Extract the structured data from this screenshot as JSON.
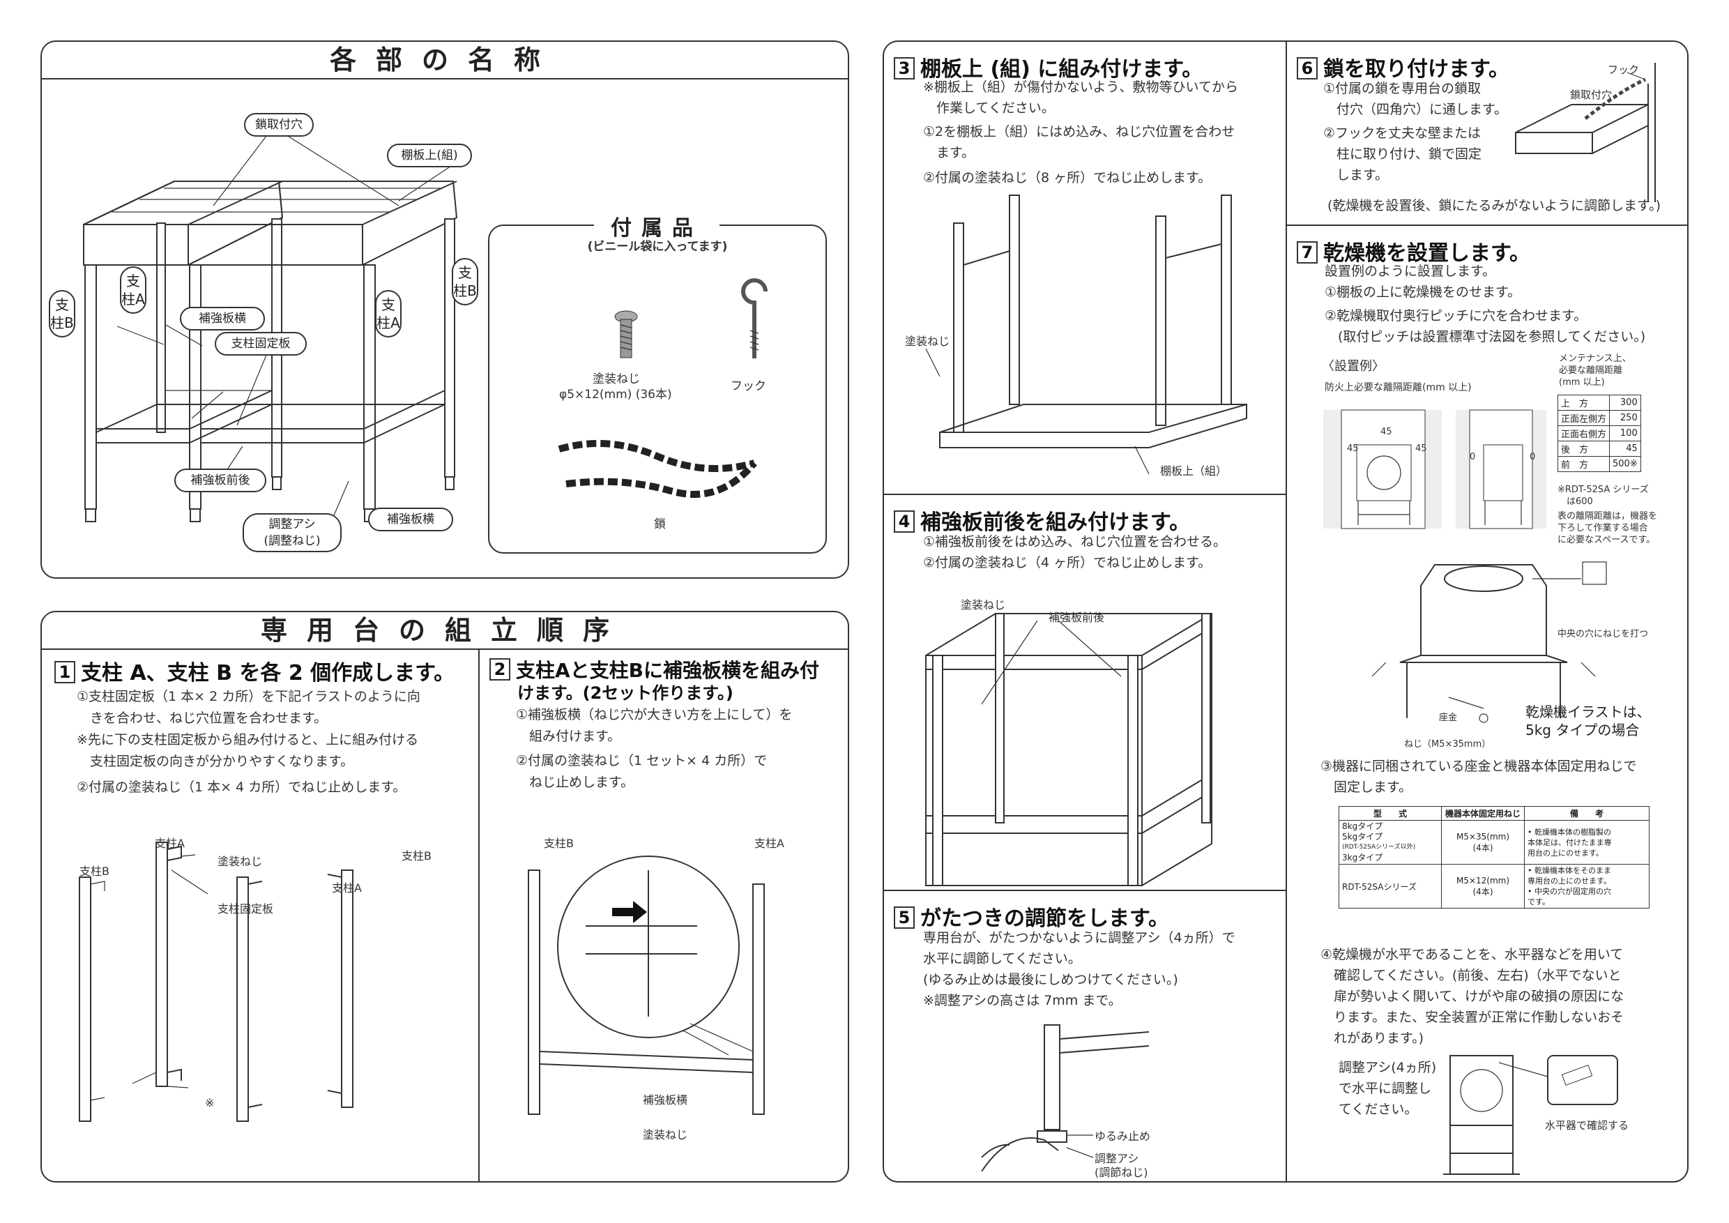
{
  "parts": {
    "title": "各部の名称",
    "labels": {
      "chain_hole": "鎖取付穴",
      "shelf_top": "棚板上(組)",
      "pillar_a": "支柱A",
      "pillar_b": "支柱B",
      "brace_side": "補強板横",
      "pillar_plate": "支柱固定板",
      "brace_front": "補強板前後",
      "foot": "調整アシ",
      "foot_sub": "(調整ねじ)"
    },
    "accessories": {
      "title": "付属品",
      "subtitle": "(ビニール袋に入ってます)",
      "screw": "塗装ねじ",
      "screw_spec": "φ5×12(mm) (36本)",
      "hook": "フック",
      "chain": "鎖"
    }
  },
  "assembly": {
    "title": "専用台の組立順序",
    "step1": {
      "num": "1",
      "heading": "支柱 A、支柱 B を各 2 個作成します。",
      "lines": [
        "①支柱固定板（1 本× 2 カ所）を下記イラストのように向",
        "　きを合わせ、ねじ穴位置を合わせます。",
        "※先に下の支柱固定板から組み付けると、上に組み付ける",
        "　支柱固定板の向きが分かりやすくなります。",
        "②付属の塗装ねじ（1 本× 4 カ所）でねじ止めします。"
      ],
      "fig": {
        "pillar_a": "支柱A",
        "pillar_b": "支柱B",
        "screw": "塗装ねじ",
        "plate": "支柱固定板",
        "mark": "※"
      }
    },
    "step2": {
      "num": "2",
      "heading": "支柱Aと支柱Bに補強板横を組み付",
      "heading2": "けます。(2セット作ります。)",
      "lines": [
        "①補強板横（ねじ穴が大きい方を上にして）を",
        "　組み付けます。",
        "②付属の塗装ねじ（1 セット× 4 カ所）で",
        "　ねじ止めします。"
      ],
      "fig": {
        "pillar_b": "支柱B",
        "pillar_a": "支柱A",
        "brace": "補強板横",
        "screw": "塗装ねじ"
      }
    }
  },
  "step3": {
    "num": "3",
    "heading": "棚板上 (組) に組み付けます。",
    "lines": [
      "※棚板上（組）が傷付かないよう、敷物等ひいてから",
      "　作業してください。",
      "①2を棚板上（組）にはめ込み、ねじ穴位置を合わせ",
      "　ます。",
      "②付属の塗装ねじ（8 ヶ所）でねじ止めします。"
    ],
    "fig": {
      "screw": "塗装ねじ",
      "shelf": "棚板上（組）"
    }
  },
  "step4": {
    "num": "4",
    "heading": "補強板前後を組み付けます。",
    "lines": [
      "①補強板前後をはめ込み、ねじ穴位置を合わせる。",
      "②付属の塗装ねじ（4 ヶ所）でねじ止めします。"
    ],
    "fig": {
      "screw": "塗装ねじ",
      "brace": "補強板前後"
    }
  },
  "step5": {
    "num": "5",
    "heading": "がたつきの調節をします。",
    "lines": [
      "専用台が、がたつかないように調整アシ（4ヵ所）で",
      "水平に調節してください。",
      "(ゆるみ止めは最後にしめつけてください。)",
      "※調整アシの高さは 7mm まで。"
    ],
    "fig": {
      "lock": "ゆるみ止め",
      "foot": "調整アシ",
      "foot_sub": "(調節ねじ)"
    }
  },
  "step6": {
    "num": "6",
    "heading": "鎖を取り付けます。",
    "lines": [
      "①付属の鎖を専用台の鎖取",
      "　付穴（四角穴）に通します。",
      "②フックを丈夫な壁または",
      "　柱に取り付け、鎖で固定",
      "　します。"
    ],
    "note": "(乾燥機を設置後、鎖にたるみがないように調節します。)",
    "fig": {
      "hook": "フック",
      "hole": "鎖取付穴"
    }
  },
  "step7": {
    "num": "7",
    "heading": "乾燥機を設置します。",
    "lines": [
      "設置例のように設置します。",
      "①棚板の上に乾燥機をのせます。",
      "②乾燥機取付奥行ピッチに穴を合わせます。",
      "　(取付ピッチは設置標準寸法図を参照してください。)"
    ],
    "example": {
      "title": "〈設置例〉",
      "fire": "防火上必要な離隔距離(mm 以上)",
      "maint1": "メンテナンス上、",
      "maint2": "必要な離隔距離",
      "maint3": "(mm 以上)",
      "d45": "45",
      "d0": "0",
      "rows": [
        {
          "k": "上　方",
          "v": "300"
        },
        {
          "k": "正面左側方",
          "v": "250"
        },
        {
          "k": "正面右側方",
          "v": "100"
        },
        {
          "k": "後　方",
          "v": "45"
        },
        {
          "k": "前　方",
          "v": "500※"
        }
      ],
      "note1": "※RDT-52SA シリーズ",
      "note2": "　は600",
      "note3": "表の離隔距離は，機器を",
      "note4": "下ろして作業する場合",
      "note5": "に必要なスペースです。"
    },
    "fig": {
      "center": "中央の穴にねじを打つ",
      "washer": "座金",
      "screw": "ねじ（M5×35mm）",
      "caption1": "乾燥機イラストは、",
      "caption2": "5kg タイプの場合"
    },
    "line3a": "③機器に同梱されている座金と機器本体固定用ねじで",
    "line3b": "　固定します。",
    "table": {
      "h1": "型　　式",
      "h2": "機器本体固定用ねじ",
      "h3": "備　　考",
      "r1c1": [
        "8kgタイプ",
        "5kgタイプ",
        "(RDT-52SAシリーズ以外)",
        "3kgタイプ"
      ],
      "r1c2": [
        "M5×35(mm)",
        "(4本)"
      ],
      "r1c3": [
        "• 乾燥機本体の樹脂製の",
        "本体足は、付けたまま専",
        "用台の上にのせます。"
      ],
      "r2c1": "RDT-52SAシリーズ",
      "r2c2": [
        "M5×12(mm)",
        "(4本)"
      ],
      "r2c3": [
        "• 乾燥機本体をそのまま",
        "専用台の上にのせます。",
        "• 中央の穴が固定用の穴",
        "です。"
      ]
    },
    "lines4": [
      "④乾燥機が水平であることを、水平器などを用いて",
      "　確認してください。(前後、左右)（水平でないと",
      "　扉が勢いよく開いて、けがや扉の破損の原因にな",
      "　ります。また、安全装置が正常に作動しないおそ",
      "　れがあります。)"
    ],
    "adjust": [
      "調整アシ(4ヵ所)",
      "で水平に調整し",
      "てください。"
    ],
    "level": "水平器で確認する"
  }
}
